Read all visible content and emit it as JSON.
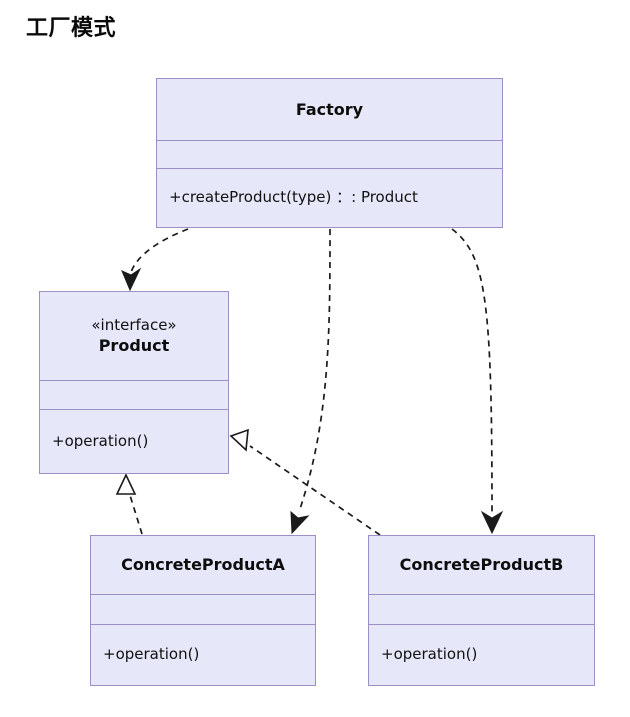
{
  "page": {
    "title": "工厂模式",
    "diagram_type": "uml-class-diagram",
    "background_color": "#ffffff"
  },
  "style": {
    "box_fill": "#e7e7fa",
    "box_border": "#9d8fc6",
    "text_color": "#111111",
    "line_color": "#1a1a1a"
  },
  "classes": {
    "factory": {
      "name": "Factory",
      "stereotype": "",
      "attributes": [],
      "methods": [
        "+createProduct(type) ：: Product"
      ]
    },
    "product": {
      "name": "Product",
      "stereotype": "«interface»",
      "attributes": [],
      "methods": [
        "+operation()"
      ]
    },
    "concrete_a": {
      "name": "ConcreteProductA",
      "stereotype": "",
      "attributes": [],
      "methods": [
        "+operation()"
      ]
    },
    "concrete_b": {
      "name": "ConcreteProductB",
      "stereotype": "",
      "attributes": [],
      "methods": [
        "+operation()"
      ]
    }
  },
  "relationships": [
    {
      "id": "factory-uses-product",
      "from": "Factory",
      "to": "Product",
      "type": "dependency",
      "line": "dashed",
      "arrowhead": "open-filled"
    },
    {
      "id": "factory-creates-concrete-a",
      "from": "Factory",
      "to": "ConcreteProductA",
      "type": "dependency",
      "line": "dashed",
      "arrowhead": "open-filled"
    },
    {
      "id": "factory-creates-concrete-b",
      "from": "Factory",
      "to": "ConcreteProductB",
      "type": "dependency",
      "line": "dashed",
      "arrowhead": "open-filled"
    },
    {
      "id": "concrete-a-realizes-product",
      "from": "ConcreteProductA",
      "to": "Product",
      "type": "realization",
      "line": "dashed",
      "arrowhead": "hollow-triangle"
    },
    {
      "id": "concrete-b-realizes-product",
      "from": "ConcreteProductB",
      "to": "Product",
      "type": "realization",
      "line": "dashed",
      "arrowhead": "hollow-triangle"
    }
  ]
}
